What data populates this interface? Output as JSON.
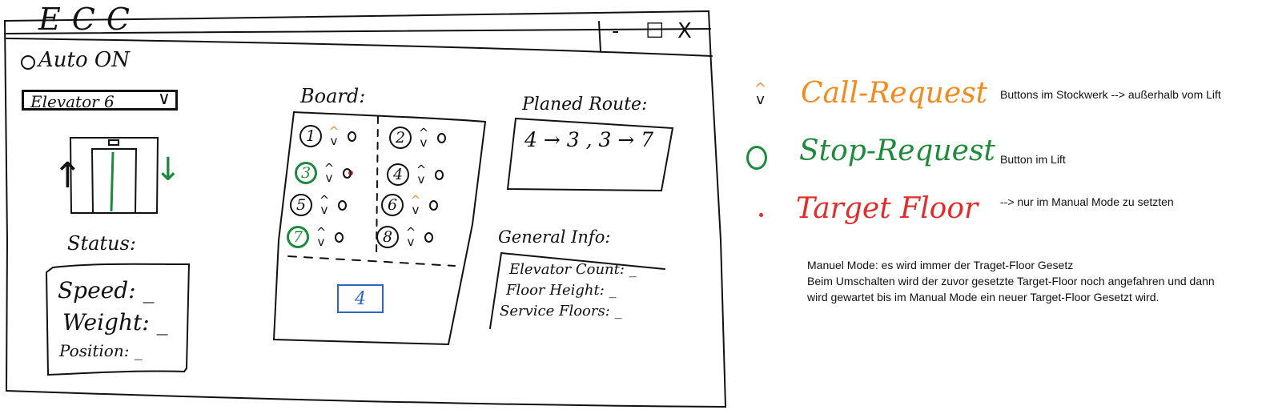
{
  "window": {
    "title": "ECC",
    "controls": {
      "minimize": "-",
      "maximize": "☐",
      "close": "X"
    }
  },
  "mode_toggle": {
    "label": "Auto ON"
  },
  "elevator_select": {
    "value": "Elevator 6"
  },
  "status": {
    "title": "Status:",
    "speed": "Speed: _",
    "weight": "Weight: _",
    "position": "Position: _"
  },
  "board": {
    "title": "Board:",
    "display": "4",
    "floors": [
      {
        "number": "1",
        "call_up_active": true
      },
      {
        "number": "2"
      },
      {
        "number": "3",
        "stop_active": true,
        "target": true
      },
      {
        "number": "4"
      },
      {
        "number": "5"
      },
      {
        "number": "6",
        "call_up_active": true
      },
      {
        "number": "7",
        "stop_active": true
      },
      {
        "number": "8"
      }
    ]
  },
  "planned_route": {
    "title": "Planed Route:",
    "value": "4 → 3 , 3 → 7"
  },
  "general_info": {
    "title": "General Info:",
    "elevator_count": "Elevator Count: _",
    "floor_height": "Floor Height: _",
    "service_floors": "Service Floors: _"
  },
  "legend": [
    {
      "icon": "call-request-icon",
      "label": "Call-Request",
      "color": "#f28a1c",
      "note": "Buttons im Stockwerk --> außerhalb vom Lift"
    },
    {
      "icon": "stop-request-icon",
      "label": "Stop-Request",
      "color": "#1e8a3c",
      "note": "Button im Lift"
    },
    {
      "icon": "target-floor-icon",
      "label": "Target Floor",
      "color": "#e32b2b",
      "note": "--> nur im Manual Mode zu setzten"
    }
  ],
  "manual_mode_notes": [
    "Manuel Mode: es wird immer der Traget-Floor Gesetz",
    "Beim Umschalten wird der zuvor gesetzte Target-Floor noch angefahren und dann",
    "wird gewartet bis im Manual Mode ein neuer Target-Floor Gesetzt wird."
  ],
  "colors": {
    "call": "#f28a1c",
    "stop": "#1e8a3c",
    "target": "#e32b2b",
    "display": "#2a66c8"
  }
}
